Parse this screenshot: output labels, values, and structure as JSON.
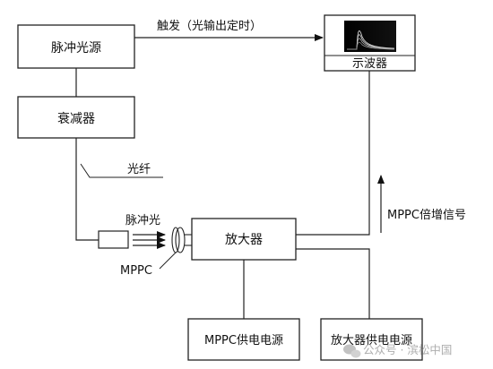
{
  "blocks": {
    "pulsed_light_source": "脉冲光源",
    "attenuator": "衰减器",
    "oscilloscope": "示波器",
    "amplifier": "放大器",
    "mppc_power_supply": "MPPC供电电源",
    "amplifier_power_supply": "放大器供电电源"
  },
  "labels": {
    "trigger": "触发（光输出定时）",
    "optical_fiber": "光纤",
    "pulsed_light": "脉冲光",
    "mppc": "MPPC",
    "mppc_multiplied_signal": "MPPC倍增信号"
  },
  "watermark": "公众号 · 滨松中国"
}
